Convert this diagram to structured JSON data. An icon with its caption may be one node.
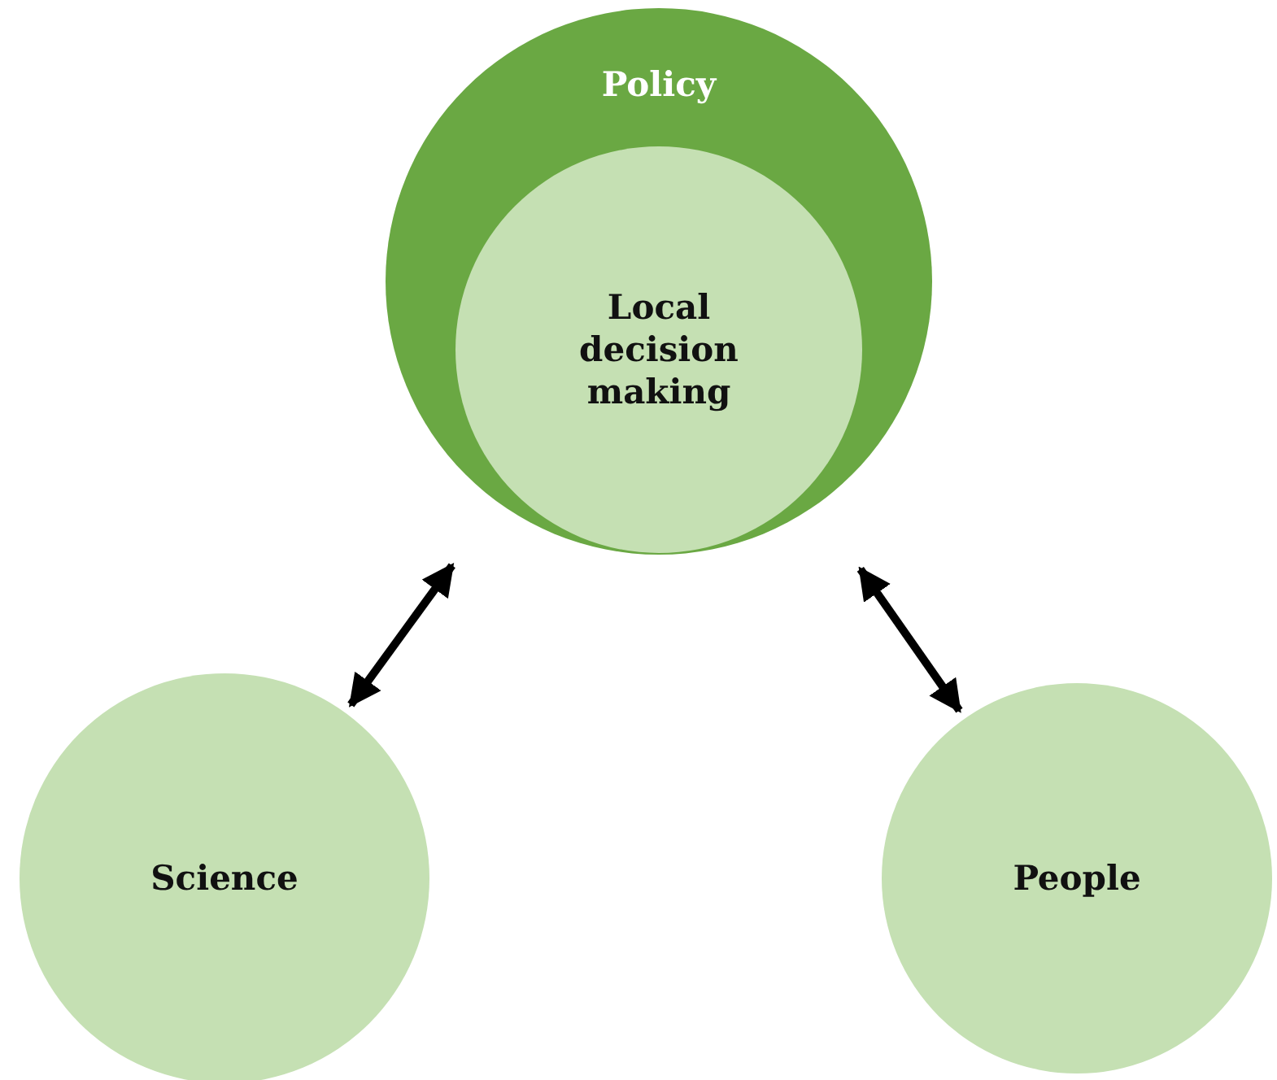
{
  "diagram": {
    "nodes": [
      {
        "text": [
          "Policy"
        ]
      },
      {
        "text": [
          "Local decision making"
        ],
        "in": 0
      },
      {
        "text": [
          "Science"
        ]
      },
      {
        "text": [
          "People"
        ]
      }
    ],
    "edges": [
      {
        "from": 0,
        "to": 2,
        "arrow": "both"
      },
      {
        "from": 0,
        "to": 3,
        "arrow": "both"
      }
    ]
  }
}
